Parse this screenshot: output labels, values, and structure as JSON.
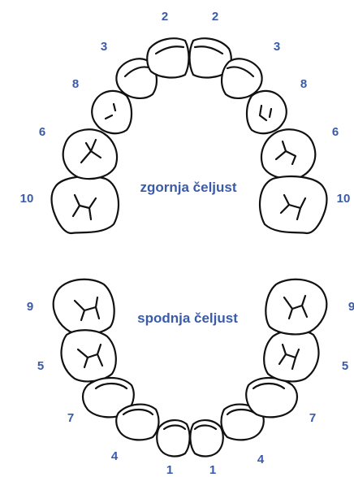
{
  "colors": {
    "label": "#3a5ba8",
    "outline": "#111111",
    "background": "#ffffff"
  },
  "upper_jaw": {
    "title": "zgornja čeljust",
    "labels": [
      "10",
      "6",
      "8",
      "3",
      "2",
      "2",
      "3",
      "8",
      "6",
      "10"
    ]
  },
  "lower_jaw": {
    "title": "spodnja čeljust",
    "labels": [
      "9",
      "5",
      "7",
      "4",
      "1",
      "1",
      "4",
      "7",
      "5",
      "9"
    ]
  }
}
